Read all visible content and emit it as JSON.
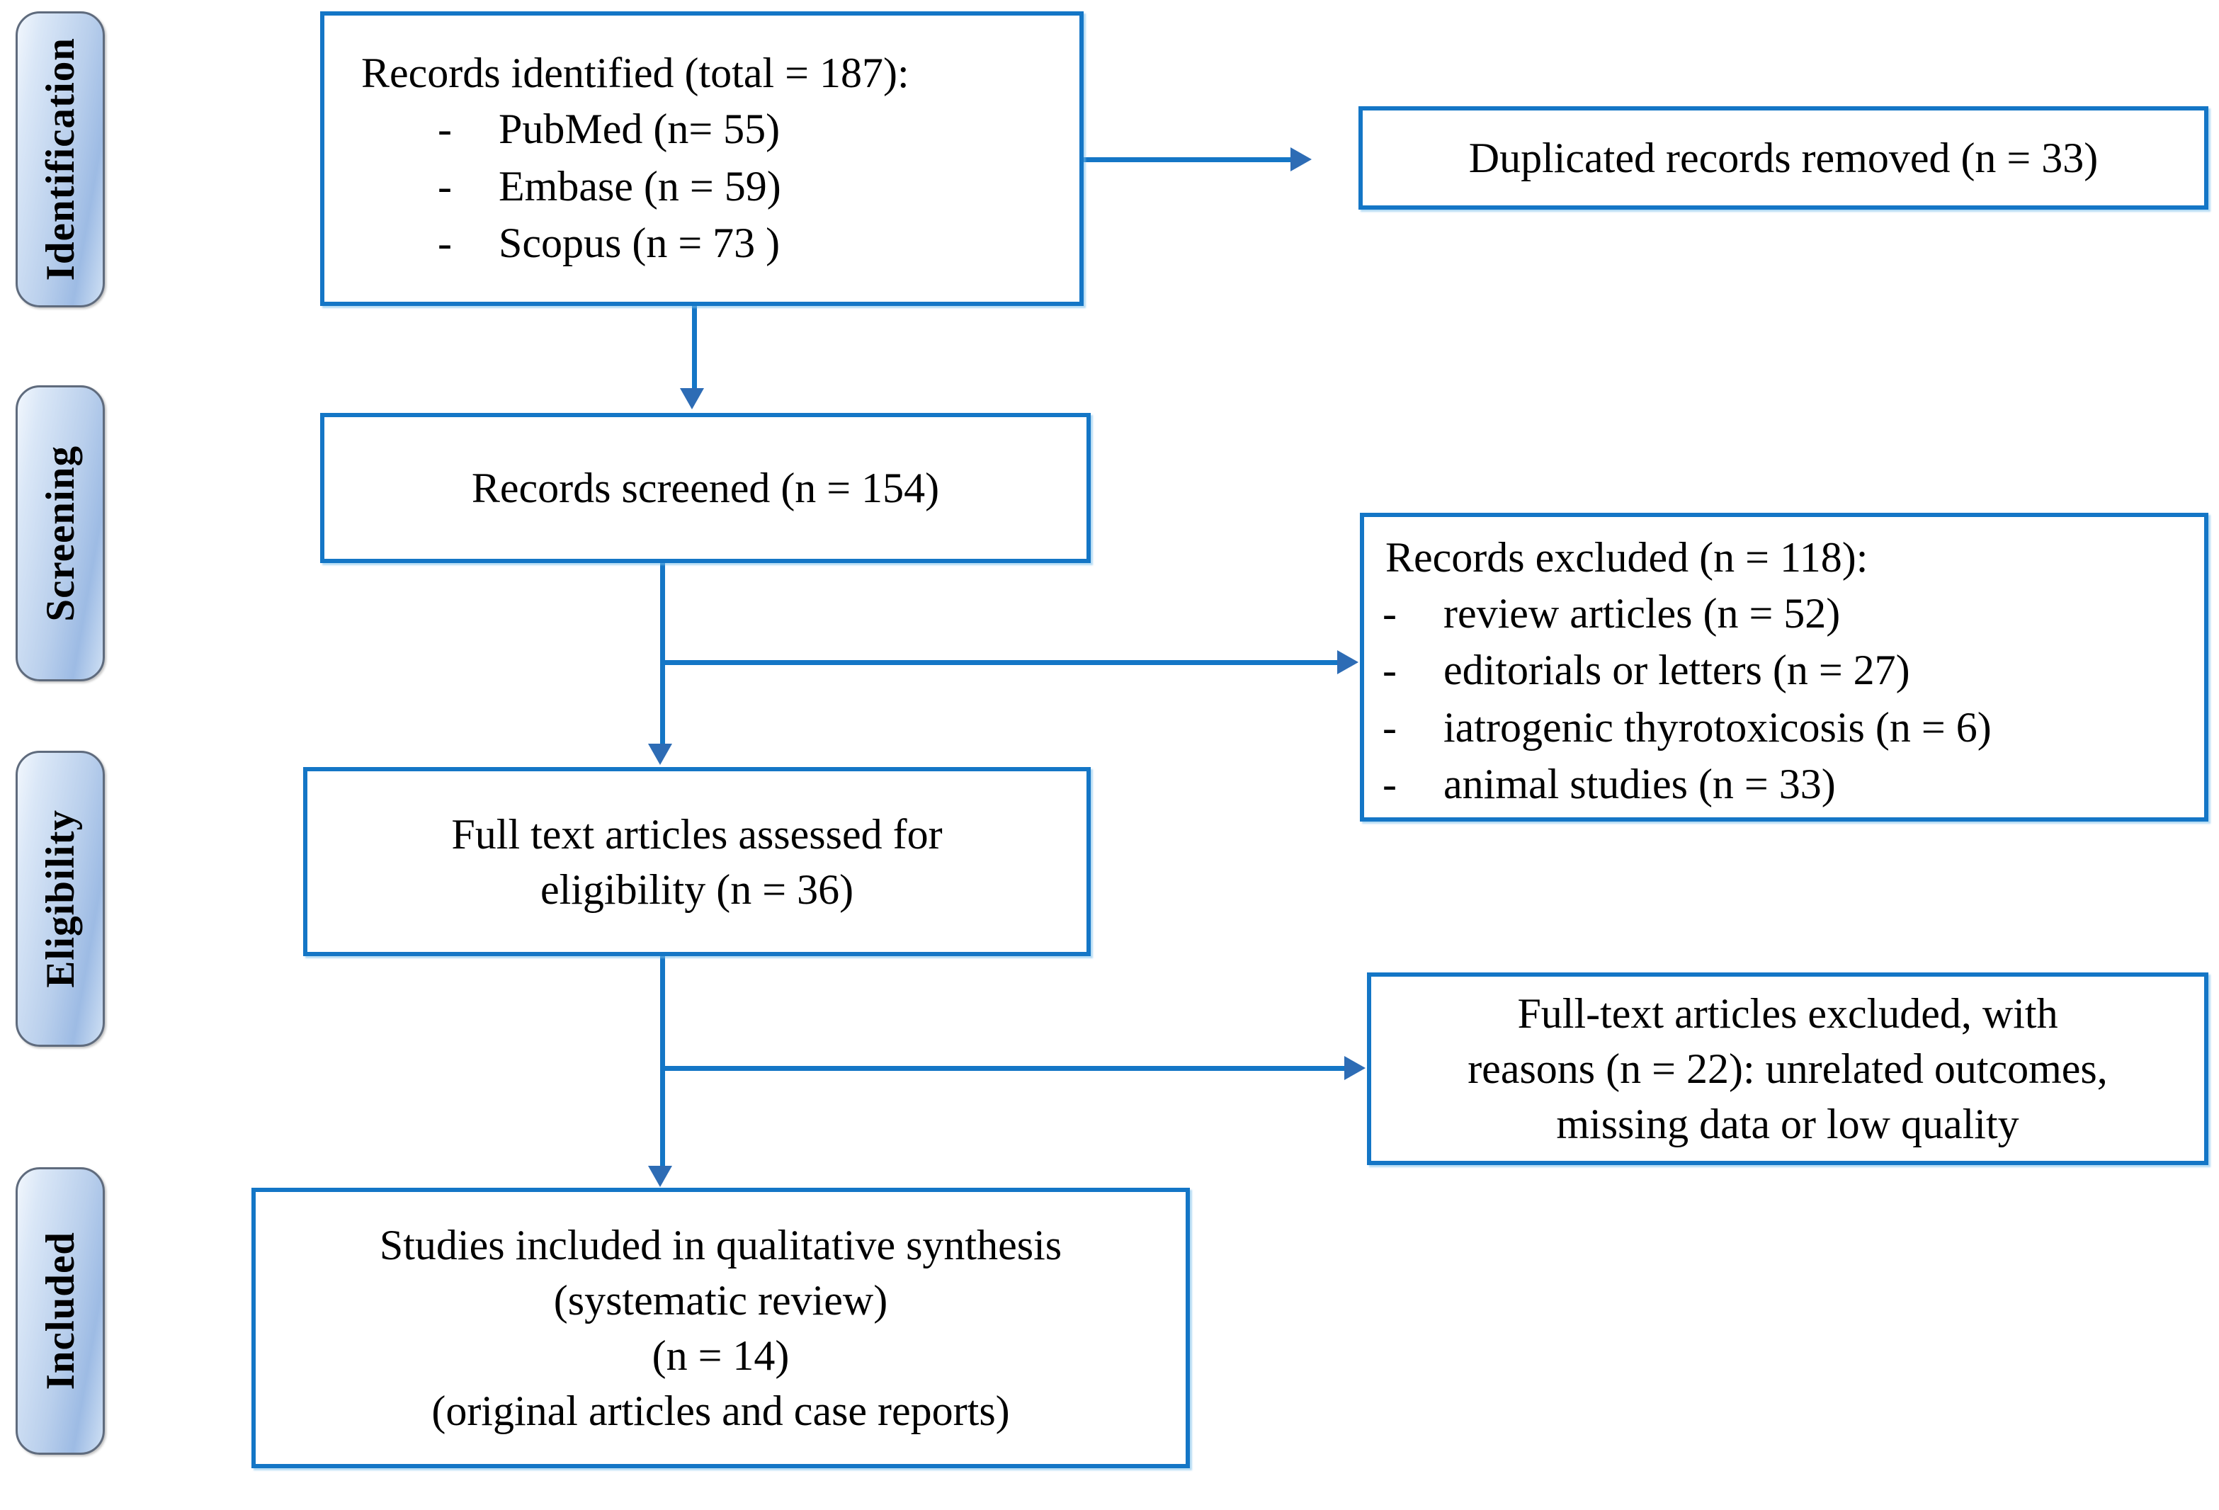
{
  "diagram": {
    "type": "PRISMA flow diagram",
    "accent_color": "#1476c6",
    "arrow_color": "#2d6cb5",
    "stages": [
      {
        "key": "identification",
        "label": "Identification"
      },
      {
        "key": "screening",
        "label": "Screening"
      },
      {
        "key": "eligibility",
        "label": "Eligibility"
      },
      {
        "key": "included",
        "label": "Included"
      }
    ],
    "boxes": {
      "records_identified": {
        "heading": "Records identified (total = 187):",
        "bullets": [
          {
            "dash": "-",
            "text": "PubMed (n= 55)"
          },
          {
            "dash": "-",
            "text": "Embase (n = 59)"
          },
          {
            "dash": "-",
            "text": "Scopus (n = 73 )"
          }
        ]
      },
      "duplicates_removed": {
        "line1": "Duplicated records removed (n = 33)"
      },
      "records_screened": {
        "line1": "Records screened (n = 154)"
      },
      "records_excluded": {
        "heading": "Records excluded (n = 118):",
        "bullets": [
          {
            "dash": "-",
            "text": "review articles (n = 52)"
          },
          {
            "dash": "-",
            "text": "editorials or letters (n = 27)"
          },
          {
            "dash": "-",
            "text": "iatrogenic thyrotoxicosis (n = 6)"
          },
          {
            "dash": "-",
            "text": "animal studies (n = 33)"
          }
        ]
      },
      "fulltext_assessed": {
        "line1": "Full text articles assessed for",
        "line2": "eligibility (n = 36)"
      },
      "fulltext_excluded": {
        "line1": "Full-text articles excluded, with",
        "line2": "reasons (n = 22): unrelated outcomes,",
        "line3": "missing data or low quality"
      },
      "studies_included": {
        "line1": "Studies included in qualitative synthesis",
        "line2": "(systematic review)",
        "line3": "(n = 14)",
        "line4": "(original articles and case reports)"
      }
    }
  },
  "chart_data": {
    "type": "diagram",
    "title": "PRISMA flow diagram",
    "nodes": [
      {
        "id": "records_identified",
        "stage": "Identification",
        "n": 187,
        "sources": [
          {
            "name": "PubMed",
            "n": 55
          },
          {
            "name": "Embase",
            "n": 59
          },
          {
            "name": "Scopus",
            "n": 73
          }
        ]
      },
      {
        "id": "duplicates_removed",
        "stage": "Identification",
        "n": 33
      },
      {
        "id": "records_screened",
        "stage": "Screening",
        "n": 154
      },
      {
        "id": "records_excluded",
        "stage": "Screening",
        "n": 118,
        "reasons": [
          {
            "name": "review articles",
            "n": 52
          },
          {
            "name": "editorials or letters",
            "n": 27
          },
          {
            "name": "iatrogenic thyrotoxicosis",
            "n": 6
          },
          {
            "name": "animal studies",
            "n": 33
          }
        ]
      },
      {
        "id": "fulltext_assessed",
        "stage": "Eligibility",
        "n": 36
      },
      {
        "id": "fulltext_excluded",
        "stage": "Eligibility",
        "n": 22,
        "reasons": [
          "unrelated outcomes",
          "missing data",
          "low quality"
        ]
      },
      {
        "id": "studies_included",
        "stage": "Included",
        "n": 14
      }
    ],
    "edges": [
      {
        "from": "records_identified",
        "to": "duplicates_removed",
        "direction": "right"
      },
      {
        "from": "records_identified",
        "to": "records_screened",
        "direction": "down"
      },
      {
        "from": "records_screened",
        "to": "records_excluded",
        "direction": "right"
      },
      {
        "from": "records_screened",
        "to": "fulltext_assessed",
        "direction": "down"
      },
      {
        "from": "fulltext_assessed",
        "to": "fulltext_excluded",
        "direction": "right"
      },
      {
        "from": "fulltext_assessed",
        "to": "studies_included",
        "direction": "down"
      }
    ]
  }
}
